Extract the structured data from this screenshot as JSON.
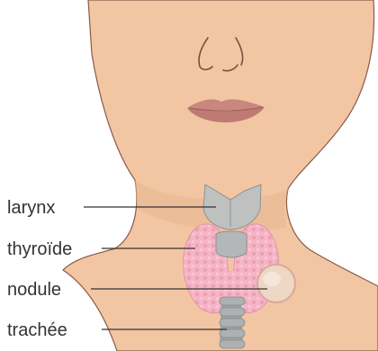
{
  "labels": {
    "larynx": "larynx",
    "thyroid": "thyroïde",
    "nodule": "nodule",
    "trachea": "trachée"
  },
  "colors": {
    "skin": "#f2c6a3",
    "skin_outline": "#8a5a48",
    "lips": "#c9877f",
    "cartilage": "#bfc1c1",
    "thyroid": "#f5b5c6",
    "nodule": "#efd7c6",
    "leader_line": "#333333"
  }
}
